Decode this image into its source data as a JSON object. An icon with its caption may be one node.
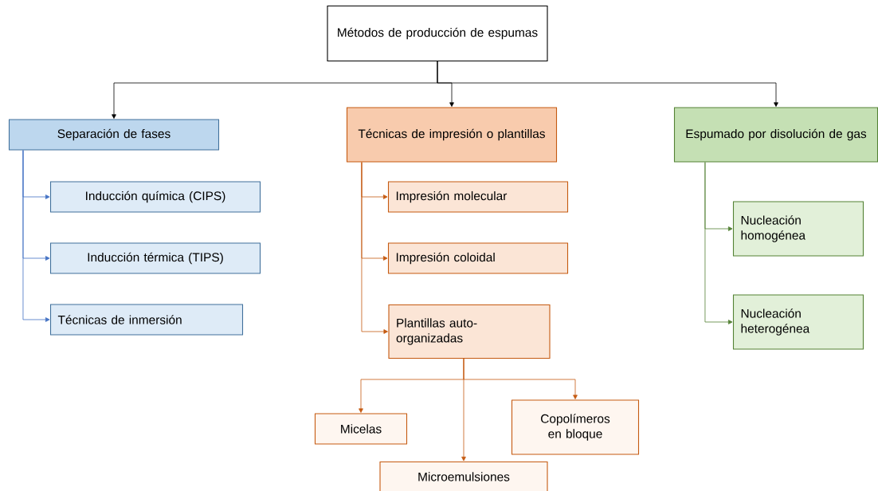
{
  "diagram": {
    "nodes": [
      {
        "text": [
          "Métodos de producción de espumas"
        ]
      },
      {
        "text": [
          "Separación de fases"
        ]
      },
      {
        "text": [
          "Inducción química (CIPS)"
        ]
      },
      {
        "text": [
          "Inducción térmica (TIPS)"
        ]
      },
      {
        "text": [
          "Técnicas de inmersión"
        ]
      },
      {
        "text": [
          "Técnicas de impresión o plantillas"
        ]
      },
      {
        "text": [
          "Impresión molecular"
        ]
      },
      {
        "text": [
          "Impresión coloidal"
        ]
      },
      {
        "text": [
          "Plantillas auto-organizadas"
        ]
      },
      {
        "text": [
          "Micelas"
        ]
      },
      {
        "text": [
          "Copolímeros en bloque"
        ]
      },
      {
        "text": [
          "Microemulsiones"
        ]
      },
      {
        "text": [
          "Espumado por disolución de gas"
        ]
      },
      {
        "text": [
          "Nucleación homogénea"
        ]
      },
      {
        "text": [
          "Nucleación heterogénea"
        ]
      }
    ],
    "edges": [
      {
        "from": 0,
        "to": 1,
        "arrow": "to",
        "color": "#000000"
      },
      {
        "from": 0,
        "to": 5,
        "arrow": "to",
        "color": "#000000"
      },
      {
        "from": 0,
        "to": 12,
        "arrow": "to",
        "color": "#000000"
      },
      {
        "from": 1,
        "to": 2,
        "arrow": "to",
        "color": "#4472c4"
      },
      {
        "from": 1,
        "to": 3,
        "arrow": "to",
        "color": "#4472c4"
      },
      {
        "from": 1,
        "to": 4,
        "arrow": "to",
        "color": "#4472c4"
      },
      {
        "from": 5,
        "to": 6,
        "arrow": "to"
      },
      {
        "from": 5,
        "to": 7,
        "arrow": "to"
      },
      {
        "from": 5,
        "to": 8,
        "arrow": "to"
      },
      {
        "from": 8,
        "to": 9,
        "arrow": "to"
      },
      {
        "from": 8,
        "to": 11,
        "arrow": "to"
      },
      {
        "from": 8,
        "to": 10,
        "arrow": "to"
      },
      {
        "from": 12,
        "to": 13,
        "arrow": "to",
        "color": "#548235"
      },
      {
        "from": 12,
        "to": 14,
        "arrow": "to",
        "color": "#548235"
      }
    ]
  }
}
